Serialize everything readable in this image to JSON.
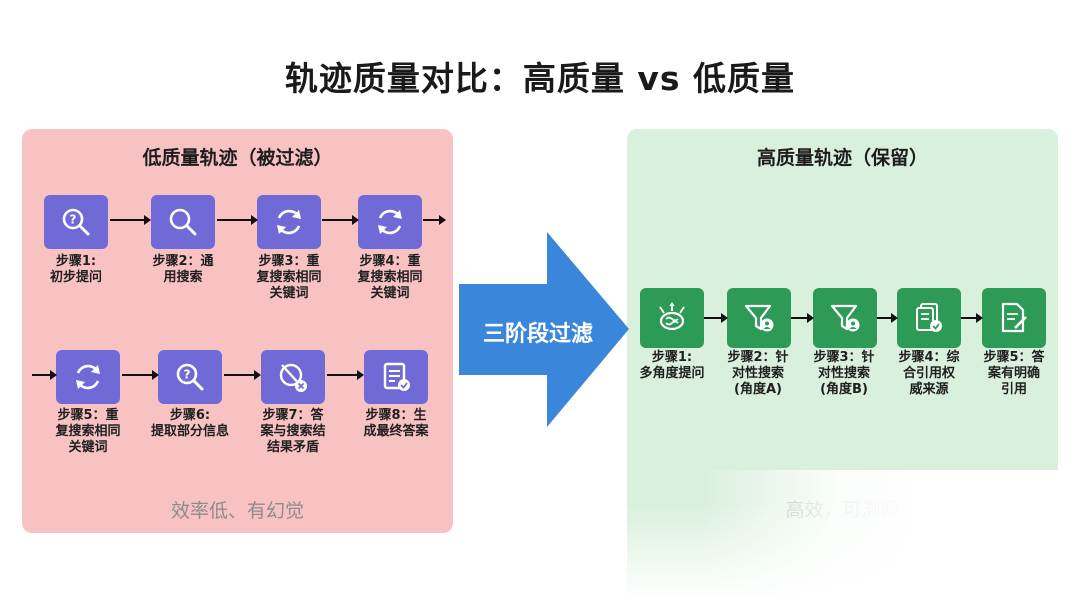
{
  "title": "轨迹质量对比：高质量 vs 低质量",
  "low": {
    "title": "低质量轨迹（被过滤）",
    "steps": [
      {
        "label": "步骤1:\n初步提问",
        "icon": "search-question-icon"
      },
      {
        "label": "步骤2：通\n用搜索",
        "icon": "search-icon"
      },
      {
        "label": "步骤3：重\n复搜索相同\n关键词",
        "icon": "refresh-icon"
      },
      {
        "label": "步骤4：重\n复搜索相同\n关键词",
        "icon": "refresh-icon"
      },
      {
        "label": "步骤5：重\n复搜索相同\n关键词",
        "icon": "refresh-icon"
      },
      {
        "label": "步骤6:\n提取部分信息",
        "icon": "search-question-icon"
      },
      {
        "label": "步骤7：答\n案与搜索结\n结果矛盾",
        "icon": "conflict-icon"
      },
      {
        "label": "步骤8：生\n成最终答案",
        "icon": "document-check-icon"
      }
    ],
    "footer": "效率低、有幻觉"
  },
  "filter_label": "三阶段过滤",
  "high": {
    "title": "高质量轨迹（保留）",
    "steps": [
      {
        "label": "步骤1:\n多角度提问",
        "icon": "brain-icon"
      },
      {
        "label": "步骤2：针\n对性搜索\n(角度A)",
        "icon": "filter-user-icon"
      },
      {
        "label": "步骤3：针\n对性搜索\n(角度B)",
        "icon": "filter-person-icon"
      },
      {
        "label": "步骤4：综\n合引用权\n威来源",
        "icon": "documents-check-icon"
      },
      {
        "label": "步骤5：答\n案有明确\n引用",
        "icon": "document-edit-icon"
      }
    ],
    "footer": "高效，可溯源"
  },
  "colors": {
    "low_bg": "#f8c2c2",
    "high_bg": "#d9f0dc",
    "purple": "#6f6ad6",
    "green": "#2d9a56",
    "arrow_blue": "#3a86db"
  }
}
